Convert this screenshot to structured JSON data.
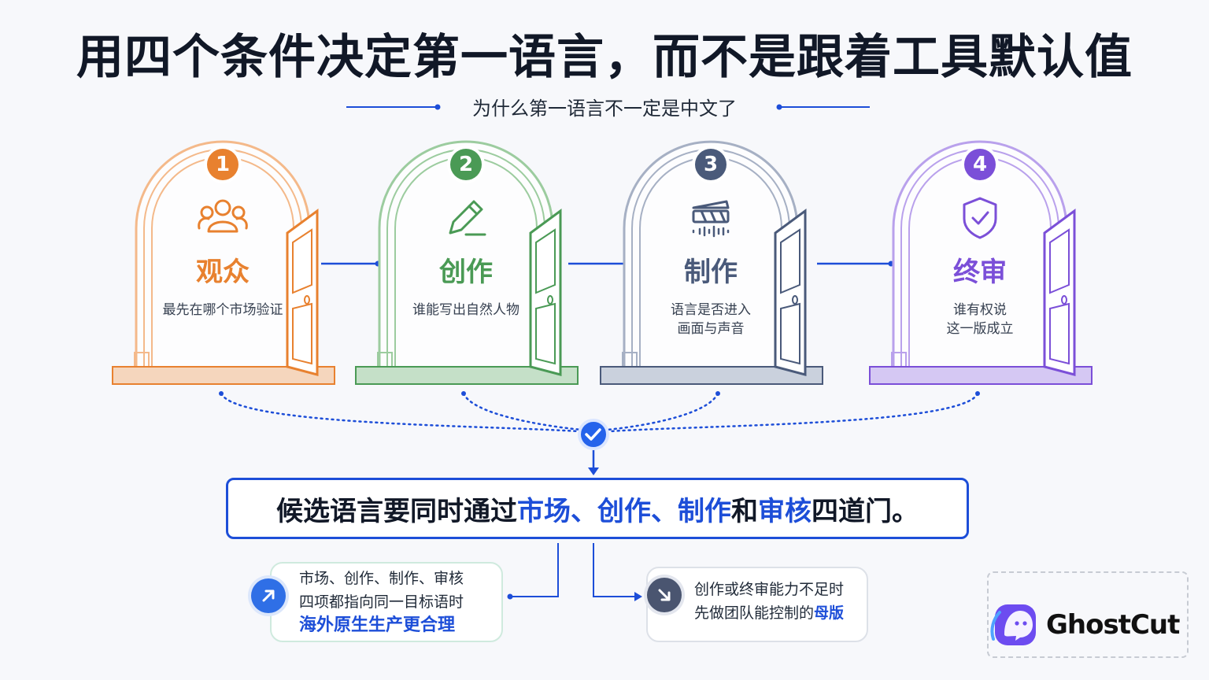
{
  "header": {
    "title": "用四个条件决定第一语言，而不是跟着工具默认值",
    "subtitle": "为什么第一语言不一定是中文了"
  },
  "doors": [
    {
      "num": "1",
      "title": "观众",
      "desc1": "最先在哪个市场验证",
      "desc2": "",
      "color": "#e8812f",
      "light": "#f4b98a",
      "icon": "audience-icon"
    },
    {
      "num": "2",
      "title": "创作",
      "desc1": "谁能写出自然人物",
      "desc2": "",
      "color": "#4a9a55",
      "light": "#9ccc9f",
      "icon": "pencil-icon"
    },
    {
      "num": "3",
      "title": "制作",
      "desc1": "语言是否进入",
      "desc2": "画面与声音",
      "color": "#4a5a7a",
      "light": "#a6b0c4",
      "icon": "clapperboard-icon"
    },
    {
      "num": "4",
      "title": "终审",
      "desc1": "谁有权说",
      "desc2": "这一版成立",
      "color": "#7b4fd8",
      "light": "#b9a1ec",
      "icon": "shield-check-icon"
    }
  ],
  "summary": {
    "p1": "候选语言要同时通过",
    "h1": "市场",
    "s1": "、",
    "h2": "创作",
    "s2": "、",
    "h3": "制作",
    "p2": "和",
    "h4": "审核",
    "p3": "四道门。"
  },
  "card_left": {
    "line1": "市场、创作、制作、审核",
    "line2": "四项都指向同一目标语时",
    "line3": "海外原生生产更合理",
    "icon": "arrow-up-right-icon"
  },
  "card_right": {
    "line1": "创作或终审能力不足时",
    "line2a": "先做团队能控制的",
    "line2b": "母版",
    "icon": "arrow-down-right-icon"
  },
  "logo": {
    "text": "GhostCut"
  },
  "colors": {
    "accent": "#1d4ed8",
    "text": "#111827"
  }
}
